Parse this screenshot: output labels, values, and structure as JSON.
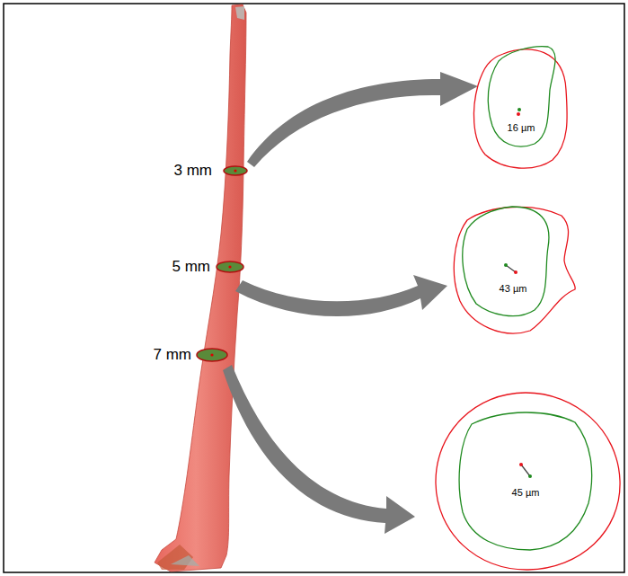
{
  "diagram": {
    "labels": [
      "3 mm",
      "5 mm",
      "7 mm",
      "16 µm",
      "43 µm",
      "45 µm"
    ]
  }
}
